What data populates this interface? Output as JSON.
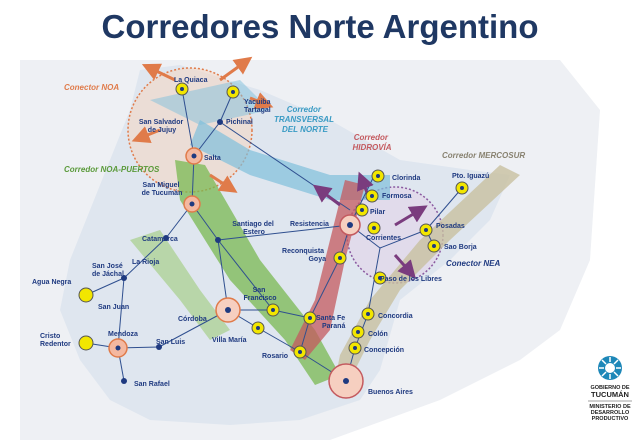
{
  "title": "Corredores Norte Argentino",
  "corridors": {
    "conector_noa": "Conector NOA",
    "corredor_transversal": [
      "Corredor",
      "TRANSVERSAL",
      "DEL NORTE"
    ],
    "corredor_hidrovia": [
      "Corredor",
      "HIDROVÍA"
    ],
    "corredor_noa_puertos": "Corredor NOA-PUERTOS",
    "corredor_mercosur": "Corredor MERCOSUR",
    "conector_nea": "Conector NEA"
  },
  "cities": [
    {
      "id": "la-quiaca",
      "label": "La Quiaca"
    },
    {
      "id": "yacuiba",
      "label": [
        "Yacuiba",
        "Tartagal"
      ]
    },
    {
      "id": "pichinal",
      "label": "Pichinal"
    },
    {
      "id": "jujuy",
      "label": [
        "San Salvador",
        "de Jujuy"
      ]
    },
    {
      "id": "salta",
      "label": "Salta"
    },
    {
      "id": "tucuman",
      "label": [
        "San Miguel",
        "de Tucumán"
      ]
    },
    {
      "id": "santiago",
      "label": [
        "Santiago del",
        "Estero"
      ]
    },
    {
      "id": "catamarca",
      "label": "Catamarca"
    },
    {
      "id": "la-rioja",
      "label": "La Rioja"
    },
    {
      "id": "jachal",
      "label": [
        "San José",
        "de Jáchal"
      ]
    },
    {
      "id": "agua-negra",
      "label": "Agua Negra"
    },
    {
      "id": "san-juan",
      "label": "San Juan"
    },
    {
      "id": "cristo",
      "label": [
        "Cristo",
        "Redentor"
      ]
    },
    {
      "id": "mendoza",
      "label": "Mendoza"
    },
    {
      "id": "san-rafael",
      "label": "San Rafael"
    },
    {
      "id": "san-luis",
      "label": "San Luis"
    },
    {
      "id": "cordoba",
      "label": "Córdoba"
    },
    {
      "id": "villa-maria",
      "label": "Villa María"
    },
    {
      "id": "san-francisco",
      "label": [
        "San",
        "Francisco"
      ]
    },
    {
      "id": "rosario",
      "label": "Rosario"
    },
    {
      "id": "santa-fe",
      "label": [
        "Santa Fe",
        "Paraná"
      ]
    },
    {
      "id": "reconquista",
      "label": [
        "Reconquista",
        "Goya"
      ]
    },
    {
      "id": "resistencia",
      "label": "Resistencia"
    },
    {
      "id": "corrientes",
      "label": "Corrientes"
    },
    {
      "id": "formosa",
      "label": "Formosa"
    },
    {
      "id": "pilar",
      "label": "Pilar"
    },
    {
      "id": "clorinda",
      "label": "Clorinda"
    },
    {
      "id": "iguazu",
      "label": "Pto. Iguazú"
    },
    {
      "id": "posadas",
      "label": "Posadas"
    },
    {
      "id": "sao-borja",
      "label": "Sao Borja"
    },
    {
      "id": "paso-libres",
      "label": "Paso de los Libres"
    },
    {
      "id": "concordia",
      "label": "Concordia"
    },
    {
      "id": "colon",
      "label": "Colón"
    },
    {
      "id": "concepcion",
      "label": "Concepción"
    },
    {
      "id": "buenos-aires",
      "label": "Buenos Aires"
    }
  ],
  "logo": {
    "line1": "GOBIERNO DE",
    "line2": "TUCUMÁN",
    "line3": "MINISTERIO DE",
    "line4": "DESARROLLO",
    "line5": "PRODUCTIVO"
  },
  "colors": {
    "title": "#1f3863",
    "noa_puertos": "#7ab851",
    "transversal": "#7fbfdc",
    "hidrovia": "#c45a5f",
    "mercosur": "#c8c0a0",
    "conector_noa": "#e49a72",
    "conector_nea": "#8a5aa0",
    "node_yellow": "#f2e600"
  }
}
